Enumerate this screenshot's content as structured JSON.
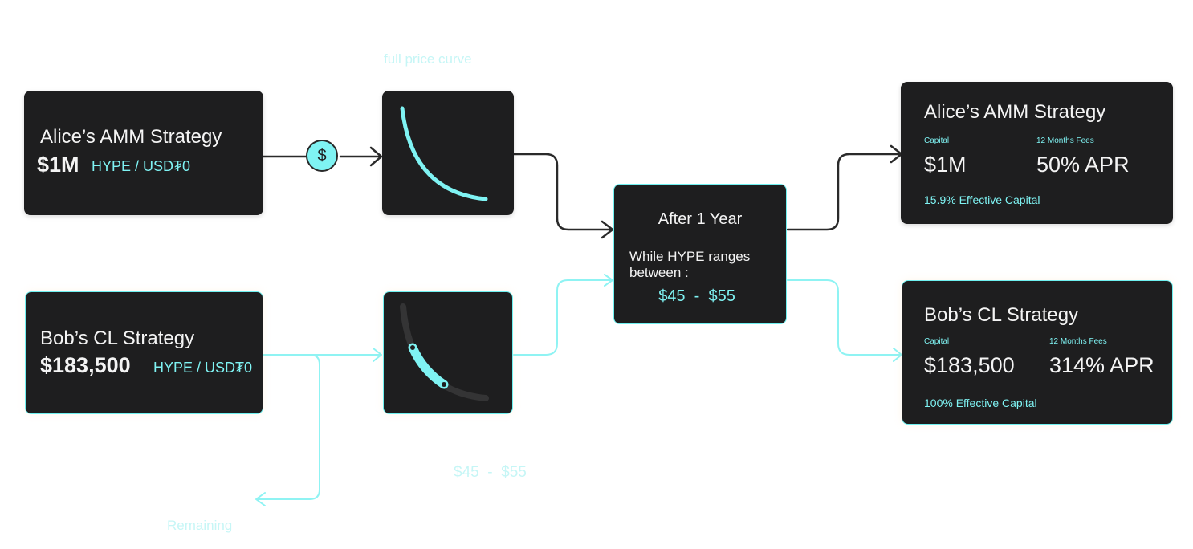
{
  "labels": {
    "full_price_curve": "full price curve",
    "range_label": "$45  -  $55",
    "remaining": "Remaining"
  },
  "alice_input": {
    "title": "Alice’s AMM Strategy",
    "amount": "$1M",
    "pair": "HYPE / USD₮0"
  },
  "bob_input": {
    "title": "Bob’s CL Strategy",
    "amount": "$183,500",
    "pair": "HYPE / USD₮0"
  },
  "dollar_coin": {
    "symbol": "$"
  },
  "middle": {
    "title": "After 1 Year",
    "text": "While HYPE ranges between :",
    "range": "$45  -  $55"
  },
  "alice_result": {
    "title": "Alice’s AMM Strategy",
    "capital_label": "Capital",
    "capital_value": "$1M",
    "fees_label": "12 Months Fees",
    "fees_value": "50% APR",
    "effective": "15.9% Effective Capital"
  },
  "bob_result": {
    "title": "Bob’s CL Strategy",
    "capital_label": "Capital",
    "capital_value": "$183,500",
    "fees_label": "12 Months Fees",
    "fees_value": "314% APR",
    "effective": "100% Effective Capital"
  },
  "colors": {
    "accent": "#7ff3f3",
    "card": "#1e1e1f",
    "arrow_dark": "#2a2a2a"
  }
}
